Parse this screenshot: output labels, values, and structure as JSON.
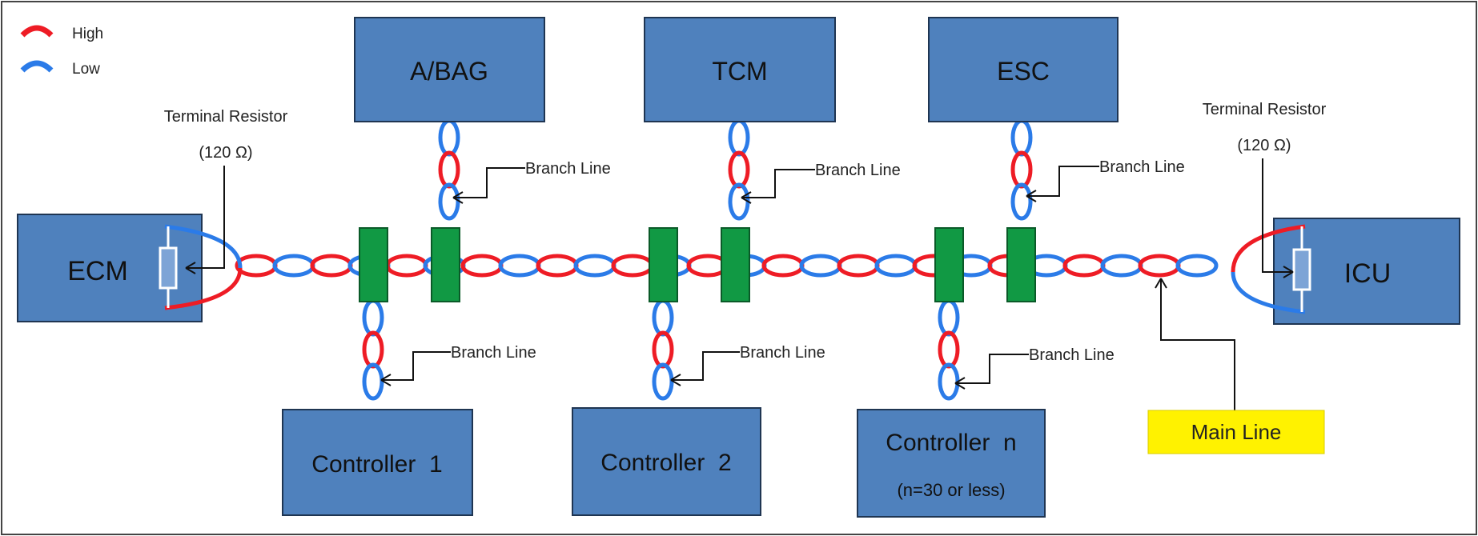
{
  "legend": {
    "high_label": "High",
    "low_label": "Low",
    "high_color": "#ee1c25",
    "low_color": "#2b7be8"
  },
  "colors": {
    "box_fill": "#4f81bd",
    "box_stroke": "#1f3552",
    "connector": "#119944",
    "highlight": "#fff200"
  },
  "modules": {
    "abag": "A/BAG",
    "tcm": "TCM",
    "esc": "ESC",
    "ecm": "ECM",
    "icu": "ICU",
    "controller1": "Controller  1",
    "controller2": "Controller  2",
    "controllern": "Controller  n",
    "controllern_note": "(n=30 or less)"
  },
  "labels": {
    "terminal_resistor": "Terminal Resistor",
    "resistor_value": "(120 Ω)",
    "branch_line": "Branch Line",
    "main_line": "Main Line"
  }
}
